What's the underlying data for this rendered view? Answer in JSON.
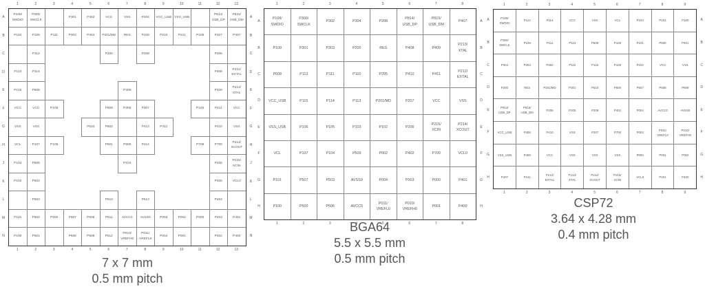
{
  "packages": [
    {
      "id": "lqfp-7x7",
      "rows": [
        "A",
        "B",
        "C",
        "D",
        "E",
        "F",
        "G",
        "H",
        "J",
        "K",
        "L",
        "M",
        "N"
      ],
      "cols": [
        "1",
        "2",
        "3",
        "4",
        "5",
        "6",
        "7",
        "8",
        "9",
        "10",
        "11",
        "12",
        "13"
      ],
      "cells": [
        [
          "P108/\nSWDIO",
          "P300/\nSWCLK",
          "",
          "P301",
          "P302",
          "VCC",
          "VSS",
          "P204",
          "VCC_USB",
          "VSS_USB",
          "",
          "P814/\nUSB_DP",
          "P815/\nUSB_DM"
        ],
        [
          "P110",
          "P109",
          "P111",
          "P303",
          "P304",
          "P201/MD",
          "RES",
          "P209",
          "P210",
          "P211",
          "P205",
          "P207",
          "P407"
        ],
        [
          "",
          "P112",
          null,
          null,
          null,
          "P200",
          null,
          "P208",
          null,
          null,
          null,
          "P206",
          ""
        ],
        [
          "P113",
          "P114",
          null,
          null,
          null,
          null,
          null,
          null,
          null,
          null,
          null,
          "P408",
          "P212/\nEXTAL"
        ],
        [
          "P115",
          "P608",
          null,
          null,
          null,
          null,
          "P306",
          null,
          null,
          null,
          null,
          "P409",
          "P213/\nXTAL"
        ],
        [
          "VCC",
          "VCC",
          "P105",
          null,
          null,
          "P609",
          "P305",
          "P307",
          null,
          null,
          "P415",
          "P411",
          "VCC"
        ],
        [
          "VSS",
          "VSS",
          null,
          null,
          "P610",
          "P602",
          "",
          "P413",
          "P412",
          null,
          null,
          "P410",
          "VSS"
        ],
        [
          "VCL",
          "P107",
          "P106",
          null,
          null,
          "P601",
          "P600",
          "P414",
          null,
          null,
          "P708",
          "P700",
          "P214/\nXCOUT"
        ],
        [
          "P103",
          "P505",
          null,
          null,
          null,
          null,
          "P104",
          null,
          null,
          null,
          null,
          "P406",
          "P215/\nXCIN"
        ],
        [
          "P102",
          "P504",
          null,
          null,
          null,
          null,
          null,
          null,
          null,
          null,
          null,
          "P405",
          "VCL0"
        ],
        [
          "",
          "P503",
          null,
          null,
          null,
          "P510",
          null,
          "P513",
          null,
          null,
          null,
          "P404",
          ""
        ],
        [
          "P101",
          "P502",
          "P500",
          "P507",
          "P508",
          "P511",
          "AVCC0",
          "AVSS0",
          "P003",
          "P002",
          "P000",
          "P403",
          "P401"
        ],
        [
          "P100",
          "P501",
          "",
          "P506",
          "P509",
          "P512",
          "P010/\nVREFH0",
          "P011/\nVREFL0",
          "P004",
          "P001",
          "",
          "P402",
          "P400"
        ]
      ],
      "caption": [
        "7 x 7 mm",
        "0.5 mm pitch"
      ]
    },
    {
      "id": "bga64",
      "rows": [
        "A",
        "B",
        "C",
        "D",
        "E",
        "F",
        "G",
        "H"
      ],
      "cols": [
        "1",
        "2",
        "3",
        "4",
        "5",
        "6",
        "7",
        "8"
      ],
      "cells": [
        [
          "P108/\nSWDIO",
          "P300/\nSWCLK",
          "P302",
          "P304",
          "P208",
          "P814/\nUSB_DP",
          "P815/\nUSB_DM",
          "P407"
        ],
        [
          "P109",
          "P301",
          "P303",
          "P200",
          "RES",
          "P408",
          "P409",
          "P213/\nXTAL"
        ],
        [
          "P608",
          "P112",
          "P111",
          "P110",
          "P205",
          "P410",
          "P411",
          "P212/\nEXTAL"
        ],
        [
          "VCC_USB",
          "P115",
          "P114",
          "P113",
          "P201/MD",
          "P207",
          "VCC",
          "VSS"
        ],
        [
          "VSS_USB",
          "P106",
          "P105",
          "P103",
          "P102",
          "P206",
          "P215/\nXCIN",
          "P214/\nXCOUT"
        ],
        [
          "VCL",
          "P107",
          "P104",
          "P509",
          "P002",
          "P402",
          "P700",
          "VCL0"
        ],
        [
          "P101",
          "P507",
          "P503",
          "AVSS0",
          "P004",
          "P003",
          "P000",
          "P401"
        ],
        [
          "P100",
          "P500",
          "P506",
          "AVCC0",
          "P011/\nVREFL0",
          "P010/\nVREFH0",
          "P001",
          "P400"
        ]
      ],
      "caption": [
        "BGA64",
        "5.5 x 5.5 mm",
        "0.5 mm pitch"
      ]
    },
    {
      "id": "csp72",
      "rows": [
        "A",
        "B",
        "C",
        "D",
        "E",
        "F",
        "G",
        "H"
      ],
      "cols": [
        "1",
        "2",
        "3",
        "4",
        "5",
        "6",
        "7",
        "8",
        "9"
      ],
      "cells": [
        [
          "P108/\nSWDIO",
          "P112",
          "P114",
          "VCC",
          "VSS",
          "VCL",
          "P103",
          "P102",
          "P100"
        ],
        [
          "P300/\nSWCLK",
          "P109",
          "P111",
          "P113",
          "P608",
          "P106",
          "P101",
          "P500",
          "P501"
        ],
        [
          "P304",
          "P303",
          "P302",
          "P110",
          "P115",
          "P105",
          "P104",
          "VCC",
          "VSS"
        ],
        [
          "P200",
          "RES",
          "P201/MD",
          "P301",
          "P510",
          "P506",
          "P507",
          "P508",
          "P509"
        ],
        [
          "P814/\nUSB_DP",
          "P815/\nUSB_DM",
          "P206",
          "P205",
          "P208",
          "P402",
          "P004",
          "AVCC0",
          "AVSS0"
        ],
        [
          "VCC_USB",
          "P408",
          "P410",
          "VSS",
          "P207",
          "P700",
          "P003",
          "P011/\nVREFL0",
          "P010/\nVREFH0"
        ],
        [
          "VSS_USB",
          "P409",
          "VCC",
          "VSS",
          "VSS",
          "VSS",
          "P000",
          "P001",
          "P002"
        ],
        [
          "P407",
          "P411",
          "P212/\nEXTAL",
          "P213/\nXTAL",
          "P214/\nXCOUT",
          "P215/\nXCIN",
          "VCL0",
          "P401",
          "P400"
        ]
      ],
      "caption": [
        "CSP72",
        "3.64 x 4.28 mm",
        "0.4 mm pitch"
      ]
    }
  ]
}
